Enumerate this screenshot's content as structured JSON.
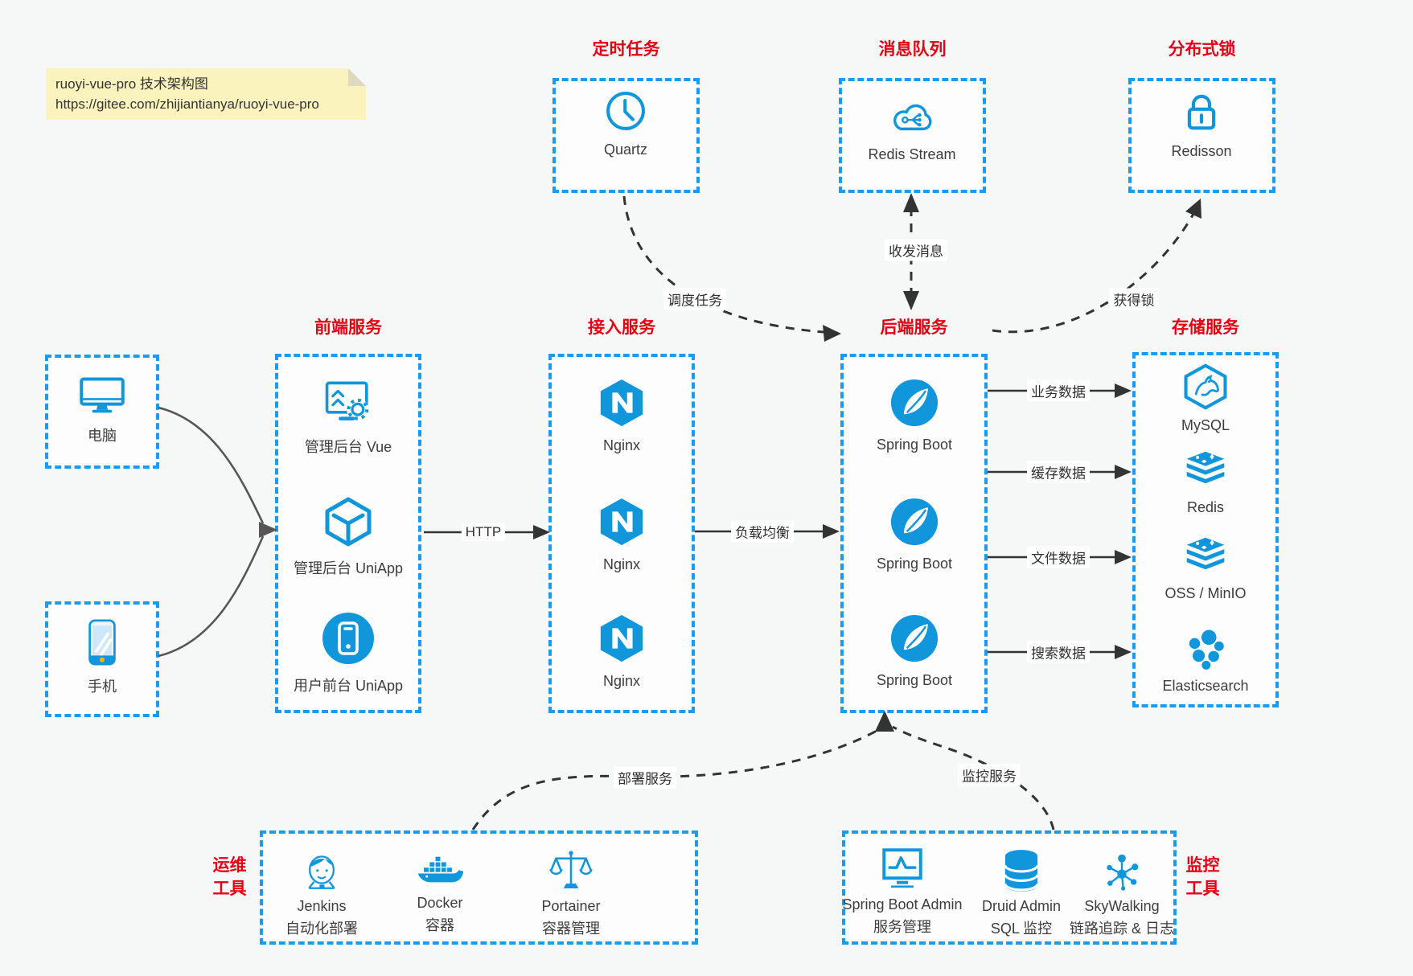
{
  "note": {
    "line1": "ruoyi-vue-pro 技术架构图",
    "line2": "https://gitee.com/zhijiantianya/ruoyi-vue-pro"
  },
  "titles": {
    "scheduled": "定时任务",
    "mq": "消息队列",
    "lock": "分布式锁",
    "frontend": "前端服务",
    "gateway": "接入服务",
    "backend": "后端服务",
    "storage": "存储服务",
    "ops_line1": "运维",
    "ops_line2": "工具",
    "monitor_line1": "监控",
    "monitor_line2": "工具"
  },
  "nodes": {
    "quartz": "Quartz",
    "redis_stream": "Redis Stream",
    "redisson": "Redisson",
    "computer": "电脑",
    "phone": "手机",
    "vue_admin": "管理后台 Vue",
    "uniapp_admin": "管理后台 UniApp",
    "uniapp_user": "用户前台 UniApp",
    "nginx1": "Nginx",
    "nginx2": "Nginx",
    "nginx3": "Nginx",
    "spring1": "Spring Boot",
    "spring2": "Spring Boot",
    "spring3": "Spring Boot",
    "mysql": "MySQL",
    "redis": "Redis",
    "oss": "OSS / MinIO",
    "es": "Elasticsearch",
    "jenkins": {
      "name": "Jenkins",
      "desc": "自动化部署"
    },
    "docker": {
      "name": "Docker",
      "desc": "容器"
    },
    "portainer": {
      "name": "Portainer",
      "desc": "容器管理"
    },
    "sba": {
      "name": "Spring Boot Admin",
      "desc": "服务管理"
    },
    "druid": {
      "name": "Druid Admin",
      "desc": "SQL 监控"
    },
    "skywalking": {
      "name": "SkyWalking",
      "desc": "链路追踪 & 日志"
    }
  },
  "edges": {
    "http": "HTTP",
    "lb": "负载均衡",
    "schedule": "调度任务",
    "messaging": "收发消息",
    "acquire_lock": "获得锁",
    "biz": "业务数据",
    "cache": "缓存数据",
    "file": "文件数据",
    "search": "搜索数据",
    "deploy": "部署服务",
    "monitor": "监控服务"
  },
  "colors": {
    "accent_blue": "#1296db",
    "border_blue": "#1b9aee",
    "title_red": "#e60013",
    "note_bg": "#faf3bd"
  }
}
